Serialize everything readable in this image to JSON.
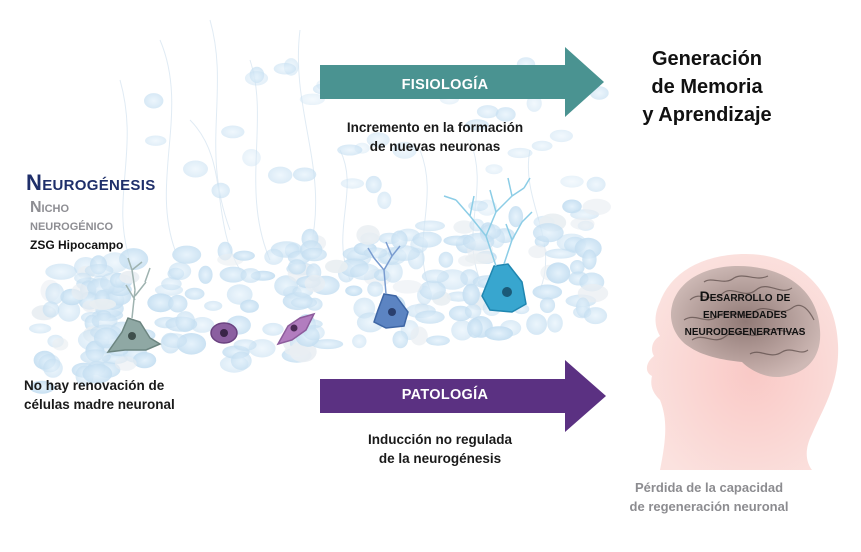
{
  "left_block": {
    "title": "Neurogénesis",
    "niche_line1": "Nicho",
    "niche_line2": "neurogénico",
    "location": "ZSG Hipocampo",
    "bottom_caption_line1": "No hay renovación de",
    "bottom_caption_line2": "células madre neuronal"
  },
  "physiology": {
    "arrow_label": "FISIOLOGÍA",
    "caption_line1": "Incremento en la formación",
    "caption_line2": "de nuevas neuronas",
    "outcome_line1": "Generación",
    "outcome_line2": "de Memoria",
    "outcome_line3": "y Aprendizaje",
    "color": "#4a9391"
  },
  "pathology": {
    "arrow_label": "PATOLOGÍA",
    "caption_line1": "Inducción no regulada",
    "caption_line2": "de la neurogénesis",
    "outcome_line1": "Desarrollo de",
    "outcome_line2": "enfermedades",
    "outcome_line3": "neurodegenerativas",
    "consequence_line1": "Pérdida de la capacidad",
    "consequence_line2": "de regeneración neuronal",
    "color": "#5b3182"
  },
  "colors": {
    "title_navy": "#1f2f6a",
    "niche_gray": "#8e8e93",
    "tissue_blue": "#cfe6f4",
    "head_pink": "#f7c7c4"
  }
}
